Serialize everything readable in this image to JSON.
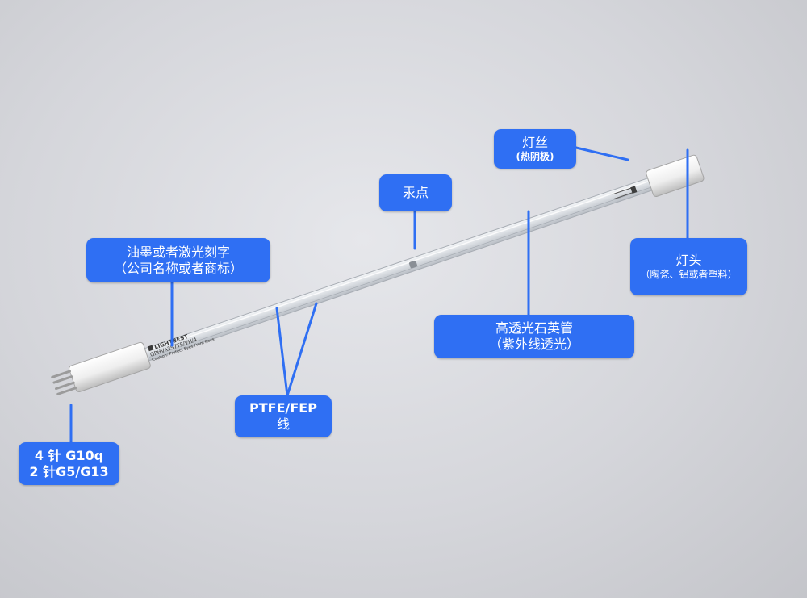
{
  "labels": {
    "filament": {
      "line1": "灯丝",
      "line2": "(热阴极)"
    },
    "mercury": {
      "line1": "汞点"
    },
    "ink": {
      "line1": "油墨或者激光刻字",
      "line2": "（公司名称或者商标）"
    },
    "cap": {
      "line1": "灯头",
      "line2": "（陶瓷、铝或者塑料）"
    },
    "quartz": {
      "line1": "高透光石英管",
      "line2": "（紫外线透光）"
    },
    "ptfe": {
      "line1": "PTFE/FEP",
      "line2": "线"
    },
    "pins": {
      "line1": "4 针 G10q",
      "line2": "2 针G5/G13"
    }
  },
  "lamp_print": {
    "brand": "LIGHTBEST",
    "model": "GPHVA357T5/VH/4",
    "caution": "Caution: Protect Eyes From Rays"
  },
  "colors": {
    "label_bg": "#2f6ff3",
    "label_text": "#ffffff",
    "leader_line": "#2f6ff3",
    "lamp_cap": "#f2f2f2",
    "quartz_tube": "#dfe3e8"
  }
}
